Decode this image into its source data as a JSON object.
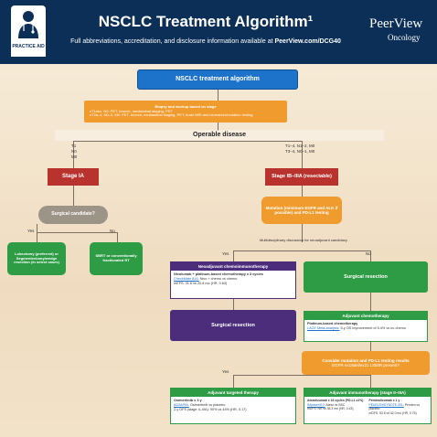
{
  "header": {
    "title": "NSCLC Treatment Algorithm¹",
    "subtitle_prefix": "Full abbreviations, accreditation, and disclosure information available at ",
    "subtitle_url": "PeerView.com/DCG40",
    "brand_name": "PeerView",
    "brand_sub": "Oncology",
    "badge_label": "PRACTICE AID"
  },
  "diagram": {
    "start": "NSCLC treatment algorithm",
    "staging": {
      "title": "Biopsy and workup based on stage",
      "items": [
        "cT1abc, N0: PET, bronch, mediastinal staging, PET",
        "cT2a–4, N0–3, M0: PET, bronch, mediastinal staging, PET, brain MRI and biomarker/mutation testing"
      ]
    },
    "operable": "Operable disease",
    "stage_labels_left": [
      "T1",
      "N0",
      "M0"
    ],
    "stage_labels_right": [
      "T1–4, N1–2, M0",
      "T3–4, N0–1, M0"
    ],
    "stage_ia": "Stage IA",
    "stage_ib": "Stage IB–IIIA (resectable)",
    "surgical_candidate": "Surgical candidate?",
    "mutation_test": "Mutation (minimum EGFR and ALK if possible) and PD-L1 testing",
    "mdt": "Multidisciplinary discussion for neoadjuvant candidacy",
    "yes": "Yes",
    "no": "No",
    "lobectomy": "Lobectomy (preferred) or Segmentectomy/wedge resection (in select cases)",
    "sbrt": "SBRT or conventionally fractionated RT",
    "neoadjuvant": {
      "title": "Neoadjuvant chemoimmunotherapy",
      "regimen": "Nivolumab + platinum-based chemotherapy x 3 cycles",
      "trial": "CheckMate 816:",
      "trial_detail": "Nivo + chemo vs chemo",
      "result": "mEFS: 31.6 vs 20.8 mo (HR, 0.63)"
    },
    "surgical_resection_left": "Surgical resection",
    "surgical_resection_right": "Surgical resection",
    "adjuvant_chemo": {
      "title": "Adjuvant chemotherapy",
      "regimen": "Platinum-based chemotherapy",
      "trial": "LACE Meta-analysis:",
      "trial_detail": "5-y OS improvement of 5.4% vs no chemo"
    },
    "consider": "Consider mutation and PD-L1 testing results",
    "consider_sub": "EGFR ex19del/ex21 L858R present?",
    "adjuvant_targeted": {
      "title": "Adjuvant targeted therapy",
      "regimen": "Osimertinib x 3 y",
      "trial": "ADAURA:",
      "trial_detail": "Osimertinib vs placebo",
      "result": "2-y DFS (stage II–IIIA): 90% vs 44% (HR, 0.17)"
    },
    "adjuvant_immuno": {
      "title": "Adjuvant immunotherapy (stage II–IIIA)",
      "col1_regimen": "Atezolizumab x 16 cycles (PD-L1 ≥1%)",
      "col1_trial": "IMpower010:",
      "col1_detail": "Atezo vs BSC",
      "col1_result": "mDFS: NR vs 35.3 mo (HR, 0.43)",
      "col2_regimen": "Pembrolizumab x 1 y",
      "col2_trial": "PEARLS/KEYNOTE-091:",
      "col2_detail": "Pembro vs placebo",
      "col2_result": "mDFS: 53.6 vs 42.0 mo (HR, 0.76)"
    }
  },
  "colors": {
    "navy": "#0c2f57",
    "blue": "#1d72c9",
    "orange": "#ef9b2d",
    "red": "#b8322e",
    "green": "#2e9b45",
    "purple": "#4b2d7b"
  }
}
